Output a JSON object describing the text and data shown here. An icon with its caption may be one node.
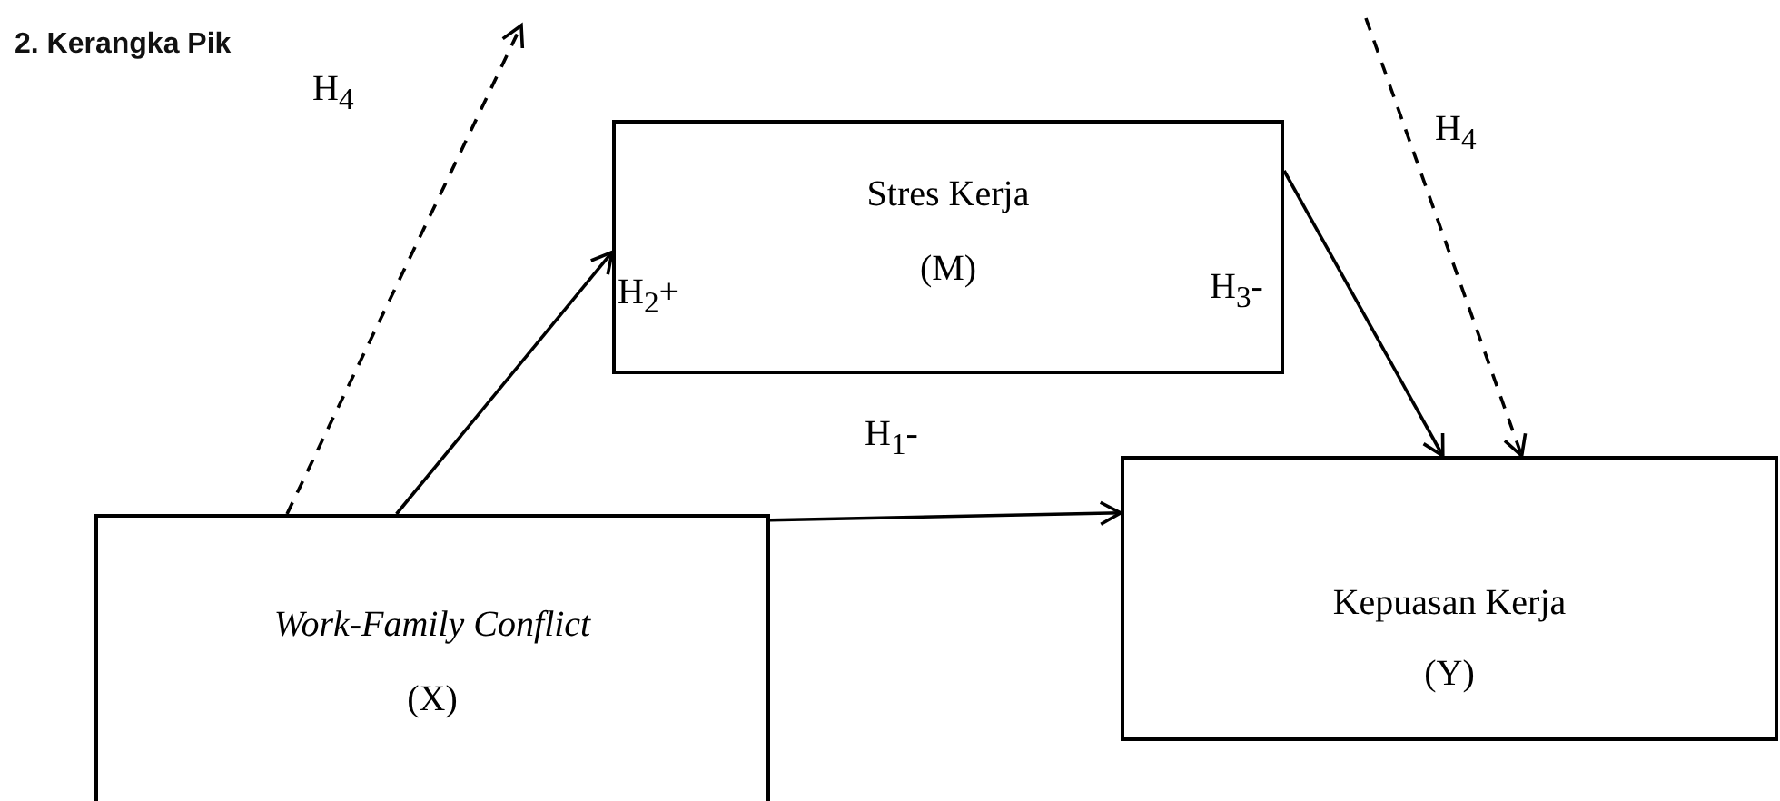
{
  "diagram": {
    "title": "2. Kerangka Pik",
    "nodes": [
      {
        "text": [
          "Stres Kerja",
          "(M)"
        ]
      },
      {
        "text": [
          "Work-Family Conflict",
          "(X)"
        ]
      },
      {
        "text": [
          "Kepuasan Kerja",
          "(Y)"
        ]
      }
    ],
    "edges": [
      {
        "from": 1,
        "to": 0,
        "arrow": "to",
        "label": "H$_{2}$+"
      },
      {
        "from": 1,
        "to": 2,
        "arrow": "to",
        "label": "H$_{1}$-"
      },
      {
        "from": 0,
        "to": 2,
        "arrow": "to",
        "label": "H$_{3}$-"
      },
      {
        "from": 1,
        "to": null,
        "arrow": "to",
        "style": "dashed",
        "label": "H$_{4}$"
      },
      {
        "from": null,
        "to": 2,
        "arrow": "to",
        "style": "dashed",
        "label": "H$_{4}$"
      }
    ]
  }
}
